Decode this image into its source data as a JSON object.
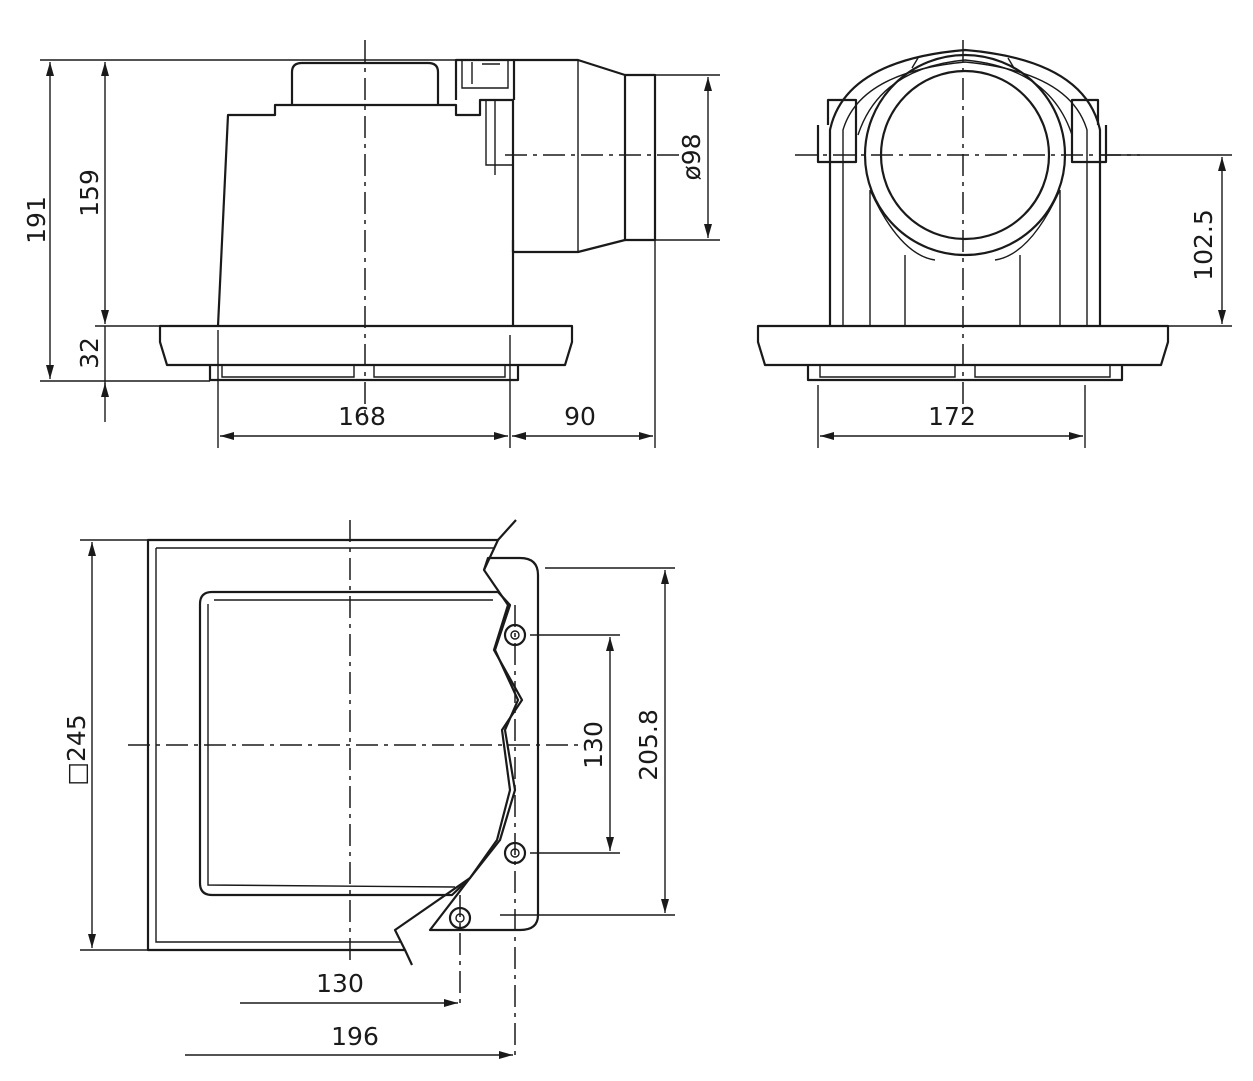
{
  "side_view": {
    "dim_overall_height": "191",
    "dim_body_height": "159",
    "dim_flange_height": "32",
    "dim_duct_diameter": "ø98",
    "dim_body_width": "168",
    "dim_duct_length": "90"
  },
  "front_view": {
    "dim_duct_center_height": "102.5",
    "dim_body_width": "172"
  },
  "bottom_view": {
    "dim_panel_square": "□245",
    "dim_screw_spacing": "130",
    "dim_mount_span": "205.8",
    "dim_screw_offset": "130",
    "dim_mount_offset": "196"
  }
}
